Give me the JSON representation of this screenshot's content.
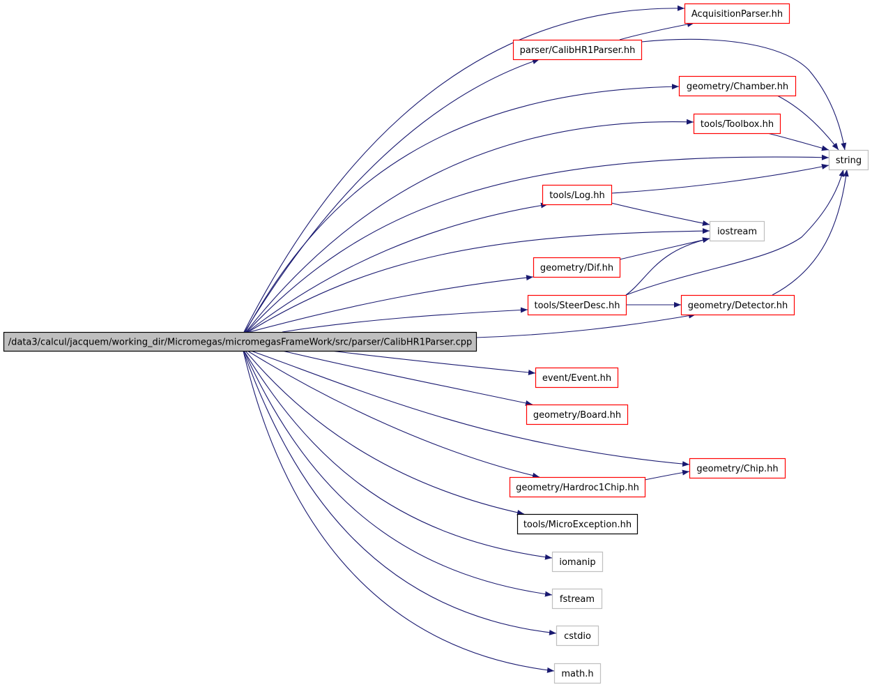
{
  "graph": {
    "root": "/data3/calcul/jacquem/working_dir/Micromegas/micromegasFrameWork/src/parser/CalibHR1Parser.cpp",
    "colors": {
      "edge": "#191970",
      "documented_border": "#ff0000",
      "external_border": "#bfbfbf",
      "plain_border": "#000000",
      "root_fill": "#bfbfbf"
    },
    "nodes": [
      {
        "id": "root",
        "label": "/data3/calcul/jacquem/working_dir/Micromegas/micromegasFrameWork/src/parser/CalibHR1Parser.cpp",
        "kind": "root"
      },
      {
        "id": "acq",
        "label": "AcquisitionParser.hh",
        "kind": "documented"
      },
      {
        "id": "calib",
        "label": "parser/CalibHR1Parser.hh",
        "kind": "documented"
      },
      {
        "id": "chamber",
        "label": "geometry/Chamber.hh",
        "kind": "documented"
      },
      {
        "id": "toolbox",
        "label": "tools/Toolbox.hh",
        "kind": "documented"
      },
      {
        "id": "string",
        "label": "string",
        "kind": "external"
      },
      {
        "id": "log",
        "label": "tools/Log.hh",
        "kind": "documented"
      },
      {
        "id": "iostream",
        "label": "iostream",
        "kind": "external"
      },
      {
        "id": "dif",
        "label": "geometry/Dif.hh",
        "kind": "documented"
      },
      {
        "id": "steer",
        "label": "tools/SteerDesc.hh",
        "kind": "documented"
      },
      {
        "id": "detector",
        "label": "geometry/Detector.hh",
        "kind": "documented"
      },
      {
        "id": "event",
        "label": "event/Event.hh",
        "kind": "documented"
      },
      {
        "id": "board",
        "label": "geometry/Board.hh",
        "kind": "documented"
      },
      {
        "id": "chip",
        "label": "geometry/Chip.hh",
        "kind": "documented"
      },
      {
        "id": "hardroc",
        "label": "geometry/Hardroc1Chip.hh",
        "kind": "documented"
      },
      {
        "id": "microexc",
        "label": "tools/MicroException.hh",
        "kind": "plain"
      },
      {
        "id": "iomanip",
        "label": "iomanip",
        "kind": "external"
      },
      {
        "id": "fstream",
        "label": "fstream",
        "kind": "external"
      },
      {
        "id": "cstdio",
        "label": "cstdio",
        "kind": "external"
      },
      {
        "id": "math",
        "label": "math.h",
        "kind": "external"
      }
    ],
    "edges": [
      [
        "root",
        "acq"
      ],
      [
        "root",
        "calib"
      ],
      [
        "root",
        "chamber"
      ],
      [
        "root",
        "toolbox"
      ],
      [
        "root",
        "string"
      ],
      [
        "root",
        "log"
      ],
      [
        "root",
        "iostream"
      ],
      [
        "root",
        "dif"
      ],
      [
        "root",
        "steer"
      ],
      [
        "root",
        "detector"
      ],
      [
        "root",
        "event"
      ],
      [
        "root",
        "board"
      ],
      [
        "root",
        "chip"
      ],
      [
        "root",
        "hardroc"
      ],
      [
        "root",
        "microexc"
      ],
      [
        "root",
        "iomanip"
      ],
      [
        "root",
        "fstream"
      ],
      [
        "root",
        "cstdio"
      ],
      [
        "root",
        "math"
      ],
      [
        "calib",
        "acq"
      ],
      [
        "calib",
        "string"
      ],
      [
        "chamber",
        "string"
      ],
      [
        "toolbox",
        "string"
      ],
      [
        "log",
        "string"
      ],
      [
        "log",
        "iostream"
      ],
      [
        "dif",
        "iostream"
      ],
      [
        "steer",
        "iostream"
      ],
      [
        "steer",
        "string"
      ],
      [
        "steer",
        "detector"
      ],
      [
        "detector",
        "string"
      ],
      [
        "hardroc",
        "chip"
      ]
    ]
  }
}
